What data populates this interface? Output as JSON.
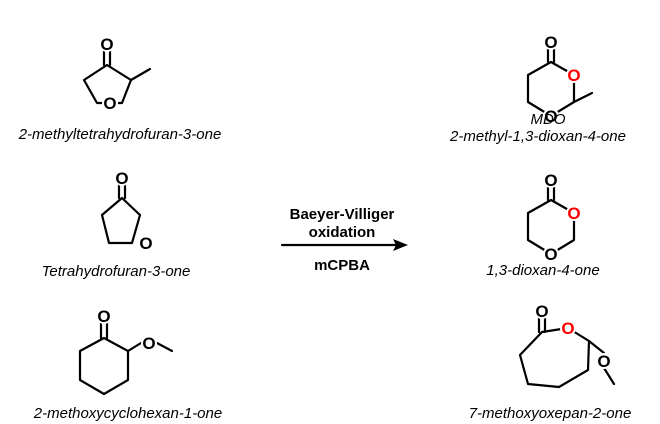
{
  "atoms": {
    "oxygen": "O"
  },
  "colors": {
    "black": "#000000",
    "ring_oxygen_red": "#ff0000"
  },
  "reactants": [
    {
      "label": "2-methyltetrahydrofuran-3-one"
    },
    {
      "label": "Tetrahydrofuran-3-one"
    },
    {
      "label": "2-methoxycyclohexan-1-one"
    }
  ],
  "products": [
    {
      "abbr": "MDO",
      "label": "2-methyl-1,3-dioxan-4-one"
    },
    {
      "label": "1,3-dioxan-4-one"
    },
    {
      "label": "7-methoxyoxepan-2-one"
    }
  ],
  "reaction": {
    "line1": "Baeyer-Villiger",
    "line2": "oxidation",
    "reagent": "mCPBA"
  }
}
